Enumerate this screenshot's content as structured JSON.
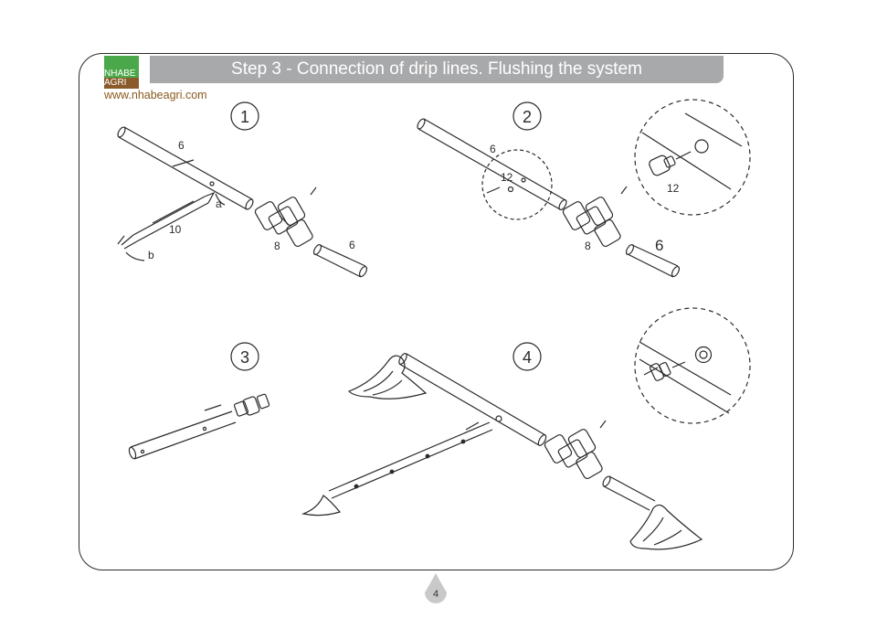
{
  "header": {
    "title": "Step 3 - Connection of  drip lines. Flushing the system",
    "logo_top": "NHABE",
    "logo_bottom": "AGRI",
    "url": "www.nhabeagri.com"
  },
  "steps": {
    "s1": "1",
    "s2": "2",
    "s3": "3",
    "s4": "4"
  },
  "labels": {
    "s1_pipe_top": "6",
    "s1_pipe_bottom": "6",
    "s1_fitting": "8",
    "s1_tool": "10",
    "s1_a": "a",
    "s1_b": "b",
    "s2_pipe_top": "6",
    "s2_pipe_bottom": "6",
    "s2_fitting": "8",
    "s2_plug": "12",
    "s2_detail_plug": "12"
  },
  "footer": {
    "page_number": "4"
  },
  "colors": {
    "title_bar": "#a8a9ab",
    "logo_green": "#4aa84a",
    "logo_brown": "#8a5a28",
    "url_brown": "#8a5a20",
    "line": "#2b2b2b",
    "page_drop": "#c9c9c9"
  }
}
